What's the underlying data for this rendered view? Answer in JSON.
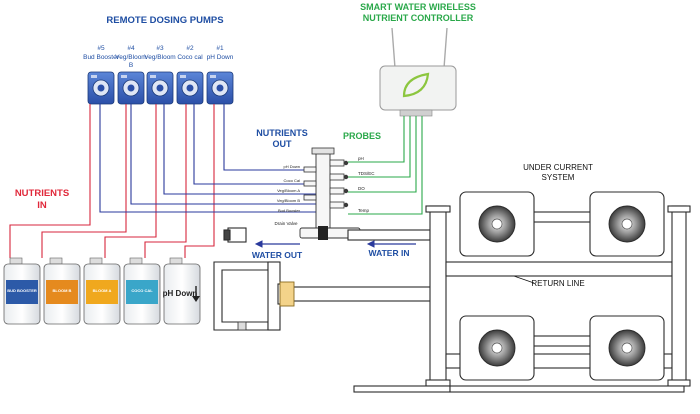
{
  "title": "REMOTE DOSING PUMPS",
  "pumps": [
    {
      "num": "#5",
      "line1": "Bud Booster",
      "line2": ""
    },
    {
      "num": "#4",
      "line1": "Veg/Bloom",
      "line2": "B"
    },
    {
      "num": "#3",
      "line1": "Veg/Bloom",
      "line2": ""
    },
    {
      "num": "#2",
      "line1": "Coco cal",
      "line2": ""
    },
    {
      "num": "#1",
      "line1": "pH Down",
      "line2": ""
    }
  ],
  "controller": {
    "line1": "SMART WATER WIRELESS",
    "line2": "NUTRIENT CONTROLLER"
  },
  "nutrients_out": {
    "line1": "NUTRIENTS",
    "line2": "OUT"
  },
  "probes": "PROBES",
  "nutrients_in": {
    "line1": "NUTRIENTS",
    "line2": "IN"
  },
  "manifold_labels": [
    "pH Down",
    "Coco Cal",
    "Veg/Bloom A",
    "Veg/Bloom B",
    "Bud Booster"
  ],
  "drain_valve": "Drain Valve",
  "probe_labels": [
    "pH",
    "TDS/EC",
    "DO",
    "Temp"
  ],
  "water_out": "WATER OUT",
  "water_in": "WATER IN",
  "under_current": {
    "line1": "UNDER CURRENT",
    "line2": "SYSTEM"
  },
  "return_line": "RETURN LINE",
  "jugs": [
    {
      "label": "BUD BOOSTER"
    },
    {
      "label": "BLOOM B"
    },
    {
      "label": "BLOOM A"
    },
    {
      "label": "COCO CAL"
    },
    {
      "label": "pH Down"
    }
  ],
  "colors": {
    "pump_label": "#1f4ea3",
    "controller_label": "#2aa84a",
    "nutrients_in": "#e0283a",
    "line_red": "#d7263d",
    "line_blue": "#2a3a9c",
    "line_green": "#2aa84a",
    "pump_body": "#3a66c4",
    "pipe": "#ffffff"
  }
}
